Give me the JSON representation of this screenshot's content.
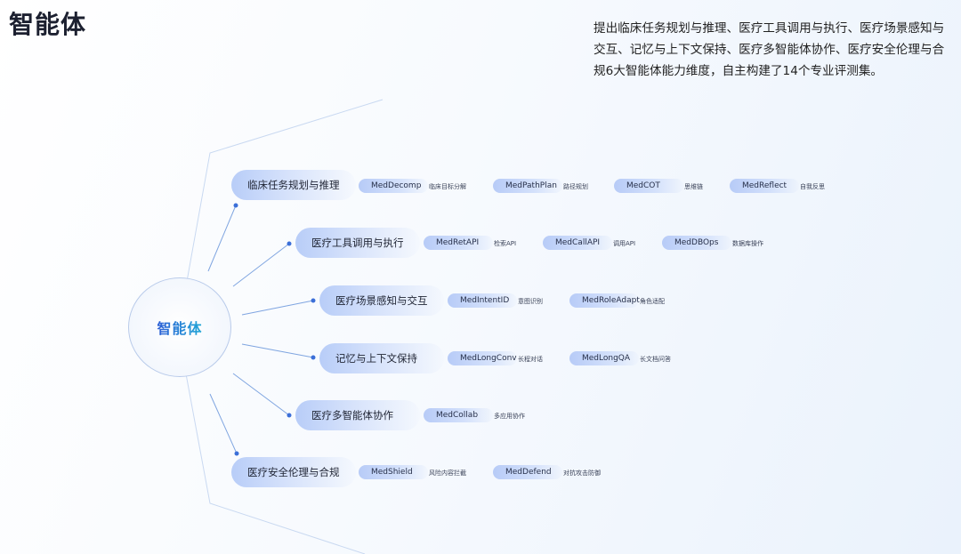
{
  "page": {
    "title": "智能体",
    "description": "提出临床任务规划与推理、医疗工具调用与执行、医疗场景感知与交互、记忆与上下文保持、医疗多智能体协作、医疗安全伦理与合规6大智能体能力维度，自主构建了14个专业评测集。"
  },
  "hub": {
    "label": "智能体"
  },
  "colors": {
    "accent": "#3b6fd8",
    "pill": "#c9d9fa",
    "line": "#8fb2e6"
  },
  "categories": [
    {
      "label": "临床任务规划与推理",
      "items": [
        {
          "name": "MedDecomp",
          "desc": "临床目标分解"
        },
        {
          "name": "MedPathPlan",
          "desc": "路径规划"
        },
        {
          "name": "MedCOT",
          "desc": "思维链"
        },
        {
          "name": "MedReflect",
          "desc": "自我反思"
        }
      ]
    },
    {
      "label": "医疗工具调用与执行",
      "items": [
        {
          "name": "MedRetAPI",
          "desc": "检索API"
        },
        {
          "name": "MedCallAPI",
          "desc": "调用API"
        },
        {
          "name": "MedDBOps",
          "desc": "数据库操作"
        }
      ]
    },
    {
      "label": "医疗场景感知与交互",
      "items": [
        {
          "name": "MedIntentID",
          "desc": "意图识别"
        },
        {
          "name": "MedRoleAdapt",
          "desc": "角色适配"
        }
      ]
    },
    {
      "label": "记忆与上下文保持",
      "items": [
        {
          "name": "MedLongConv",
          "desc": "长程对话"
        },
        {
          "name": "MedLongQA",
          "desc": "长文档问答"
        }
      ]
    },
    {
      "label": "医疗多智能体协作",
      "items": [
        {
          "name": "MedCollab",
          "desc": "多应用协作"
        }
      ]
    },
    {
      "label": "医疗安全伦理与合规",
      "items": [
        {
          "name": "MedShield",
          "desc": "风险内容拦截"
        },
        {
          "name": "MedDefend",
          "desc": "对抗攻击防御"
        }
      ]
    }
  ]
}
